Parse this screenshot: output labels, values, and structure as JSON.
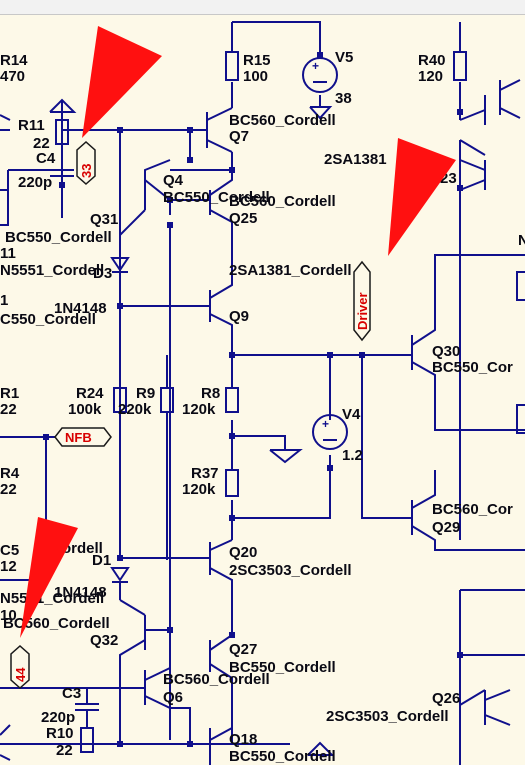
{
  "labels": {
    "r14": "R14",
    "r14v": "470",
    "r15": "R15",
    "r15v": "100",
    "v5": "V5",
    "v5v": "38",
    "r40": "R40",
    "r40v": "120",
    "r11": "R11",
    "r11v": "22",
    "c4": "C4",
    "c4v": "220p",
    "q7t": "BC560_Cordell",
    "q7": "Q7",
    "q4": "Q4",
    "q4t": "BC550_Cordell",
    "q25t": "BC560_Cordell",
    "q25": "Q25",
    "q31": "Q31",
    "bc550l": "BC550_Cordell",
    "n11": "11",
    "n5551": "N5551_Cordell",
    "d3": "D3",
    "n1a": "1",
    "c550l": "C550_Cordell",
    "in4148a": "1N4148",
    "q9t": "2SA1381_Cordell",
    "q9": "Q9",
    "r1": "R1",
    "r1v": "22",
    "r24": "R24",
    "r24v": "100k",
    "r9": "R9",
    "r9v": "220k",
    "r8": "R8",
    "r8v": "120k",
    "v4": "V4",
    "v4v": "1.2",
    "r4": "R4",
    "r4v": "22",
    "r37": "R37",
    "r37v": "120k",
    "c5": "C5",
    "d1": "D1",
    "ordell": "ordell",
    "n12": "12",
    "in4148b": "1N4148",
    "n5551b": "N5551_Cordell",
    "q20": "Q20",
    "q20t": "2SC3503_Cordell",
    "n10": "10",
    "bc560l": "BC560_Cordell",
    "q32": "Q32",
    "q27": "Q27",
    "q27t": "BC550_Cordell",
    "q6t": "BC560_Cordell",
    "q6": "Q6",
    "c3": "C3",
    "c3v": "220p",
    "r10": "R10",
    "r10v": "22",
    "q18": "Q18",
    "q18t": "BC550_Cordell",
    "q30": "Q30",
    "q30t": "BC550_Cor",
    "q29t": "BC560_Cor",
    "q29": "Q29",
    "q26": "Q26",
    "q26t": "2SC3503_Cordell",
    "sa1381r": "2SA1381",
    "n23": "23",
    "nm": "N",
    "nfb": "NFB",
    "driver": "Driver",
    "n33": "33",
    "n44": "44"
  },
  "colors": {
    "wire": "#10108c",
    "annotation": "#ff1010",
    "net_label": "#d80000",
    "background": "#fdf9e8"
  }
}
